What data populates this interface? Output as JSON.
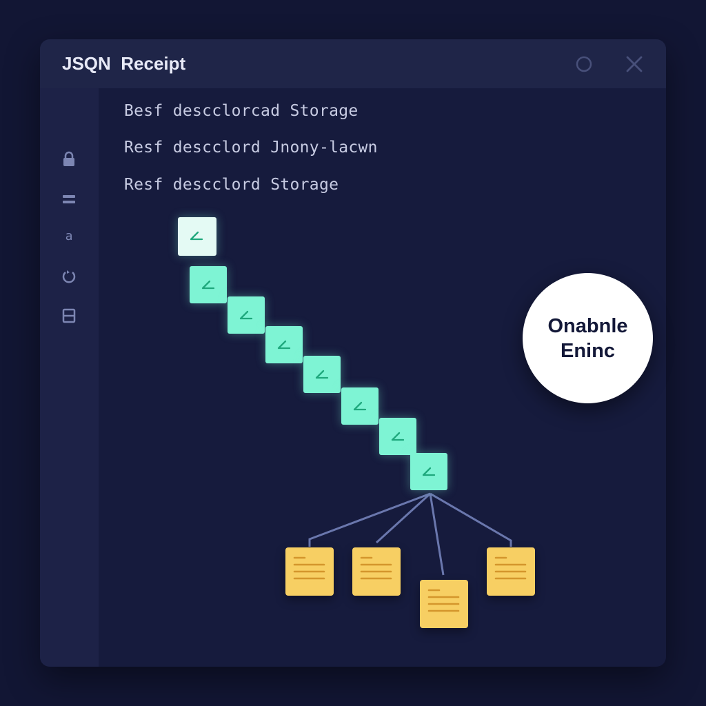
{
  "window": {
    "title": "JSQN  Receipt",
    "controls": [
      "circle-icon",
      "close-icon"
    ]
  },
  "sidebar": {
    "icons": [
      "lock-icon",
      "menu-icon",
      "text-icon",
      "refresh-icon",
      "grid-icon"
    ]
  },
  "content": {
    "lines": [
      "Besf descclorcad Storage",
      "Resf descclord Jnony-lacwn",
      "Resf descclord Storage"
    ]
  },
  "flow": {
    "step_count": 8,
    "step_icon": "check-icon",
    "document_count": 4,
    "document_icon": "document-icon"
  },
  "badge": {
    "line1": "Onabnle",
    "line2": "Eninc"
  },
  "colors": {
    "background": "#121634",
    "window": "#161b3d",
    "titlebar": "#1f2548",
    "sidebar": "#1d2247",
    "step": "#7ef4d4",
    "document": "#f7cf63",
    "connector": "#6a77ad",
    "badge": "#ffffff"
  }
}
